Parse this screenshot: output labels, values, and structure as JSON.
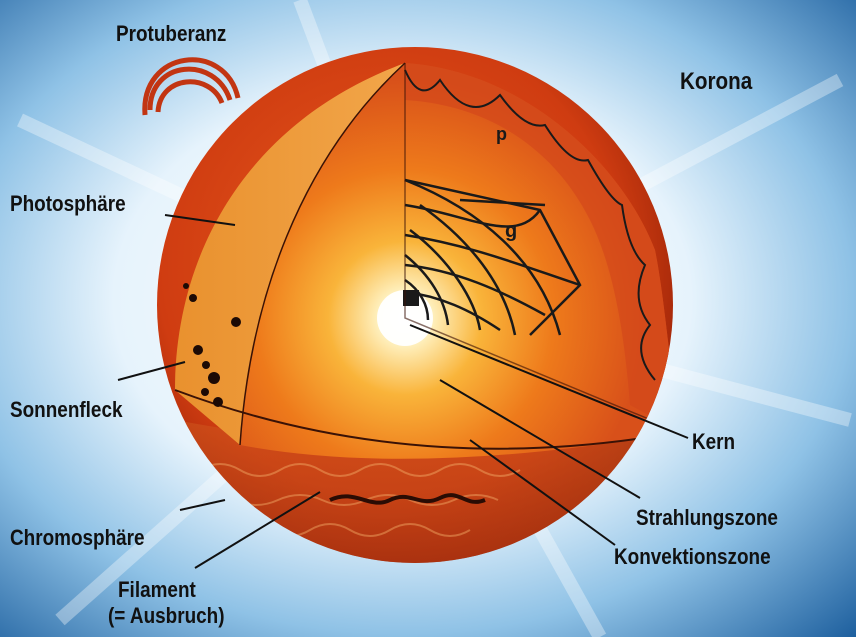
{
  "labels": {
    "protuberanz": "Protuberanz",
    "korona": "Korona",
    "photosphaere": "Photosphäre",
    "sonnenfleck": "Sonnenfleck",
    "chromosphaere": "Chromosphäre",
    "filament_line1": "Filament",
    "filament_line2": "(= Ausbruch)",
    "kern": "Kern",
    "strahlungszone": "Strahlungszone",
    "konvektionszone": "Konvektionszone"
  },
  "wave_marks": {
    "p": "p",
    "g": "g"
  },
  "colors": {
    "sky_dark": "#0f4f8f",
    "sky_light": "#dff0fb",
    "sun_surface": "#c9380f",
    "sun_inner": "#f08a1a",
    "core": "#ffffff",
    "label_text": "#111111"
  }
}
